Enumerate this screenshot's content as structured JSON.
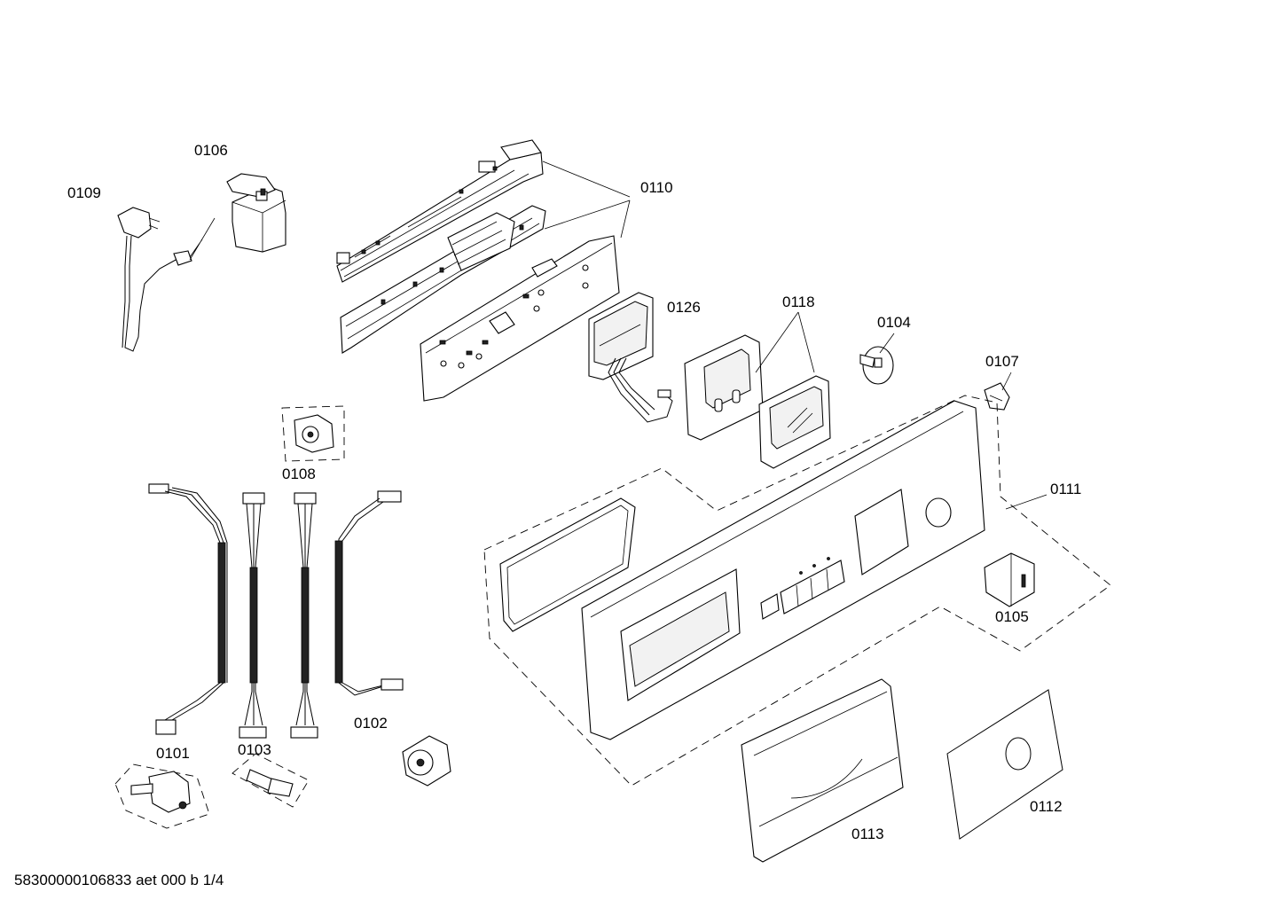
{
  "diagram": {
    "footer_text": "58300000106833 aet 000 b 1/4",
    "part_labels": {
      "p0101": "0101",
      "p0102": "0102",
      "p0103": "0103",
      "p0104": "0104",
      "p0105": "0105",
      "p0106": "0106",
      "p0107": "0107",
      "p0108": "0108",
      "p0109": "0109",
      "p0110": "0110",
      "p0111": "0111",
      "p0112": "0112",
      "p0113": "0113",
      "p0118": "0118",
      "p0126": "0126"
    }
  }
}
